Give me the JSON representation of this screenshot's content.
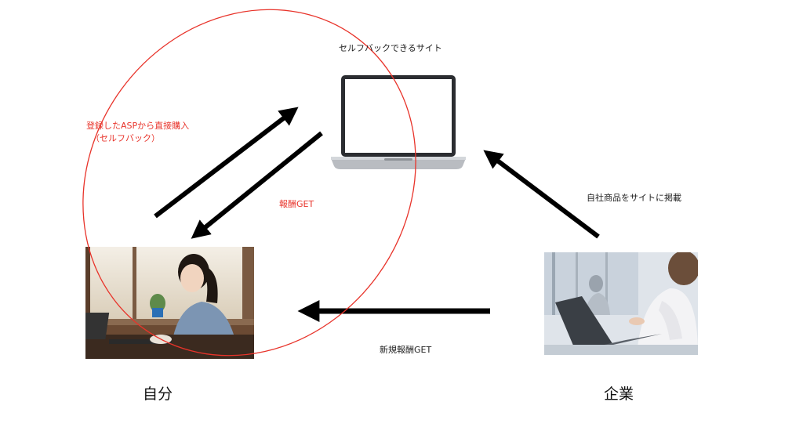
{
  "labels": {
    "site_title": "セルフバックできるサイト",
    "selfback_line1": "登録したASPから直接購入",
    "selfback_line2": "（セルフバック）",
    "reward_get": "報酬GET",
    "company_listing": "自社商品をサイトに掲載",
    "new_reward": "新規報酬GET",
    "self": "自分",
    "company": "企業"
  },
  "colors": {
    "accent_red": "#e8332a",
    "arrow": "#000000"
  },
  "icons": [
    "laptop-icon"
  ]
}
